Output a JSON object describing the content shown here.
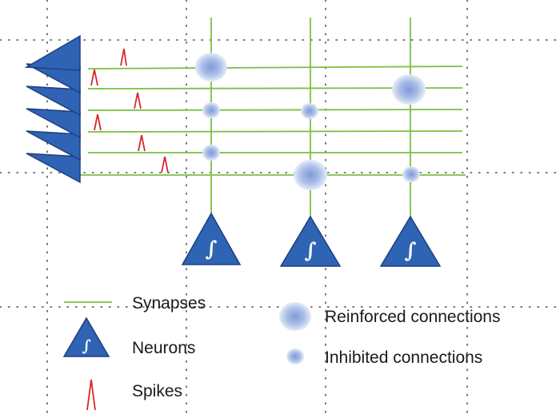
{
  "legend": {
    "synapses_label": "Synapses",
    "neurons_label": "Neurons",
    "spikes_label": "Spikes",
    "reinforced_label": "Reinforced connections",
    "inhibited_label": "Inhibited connections"
  },
  "neuron_symbol": "∫",
  "colors": {
    "synapse_line": "#7ac143",
    "neuron_fill": "#2f63b3",
    "neuron_stroke": "#1f3f80",
    "spike": "#d9262b",
    "connection_core": "#8da8dd",
    "connection_edge": "#e4ebf8",
    "grid_dots": "#555555"
  },
  "structure": {
    "input_neurons": 6,
    "output_neurons": 3,
    "synapse_rows": 6
  }
}
